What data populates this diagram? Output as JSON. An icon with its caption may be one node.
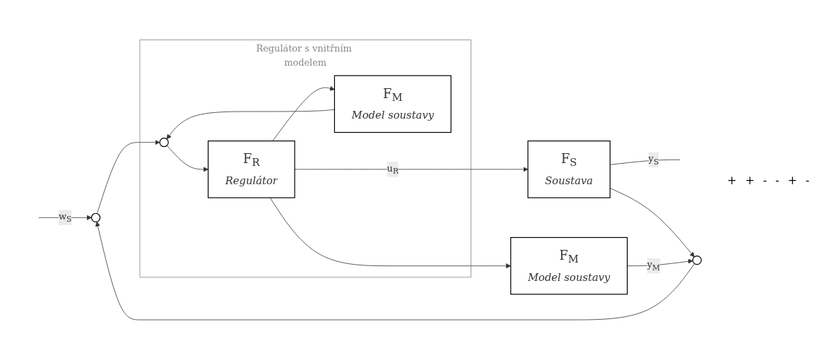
{
  "diagram": {
    "nodes": [
      {
        "text": [
          "Regulátor s vnitřním modelem"
        ]
      },
      {
        "text": [],
        "shape": "circle"
      },
      {
        "text": [],
        "shape": "circle",
        "in": 0
      },
      {
        "text": [
          "F$_{R}$",
          "Regulátor"
        ],
        "in": 0
      },
      {
        "text": [
          "F$_{M}$",
          "Model soustavy"
        ],
        "in": 0
      },
      {
        "text": [
          "F$_{S}$",
          "Soustava"
        ]
      },
      {
        "text": [
          "F$_{M}$",
          "Model soustavy"
        ]
      },
      {
        "text": [],
        "shape": "circle"
      }
    ],
    "edges": [
      {
        "from": null,
        "to": 1,
        "arrow": "to",
        "label": "w$_{S}$"
      },
      {
        "from": 1,
        "to": 2,
        "arrow": "to"
      },
      {
        "from": 2,
        "to": 3,
        "arrow": "to"
      },
      {
        "from": 3,
        "to": 5,
        "arrow": "to",
        "label": "u$_{R}$"
      },
      {
        "from": 3,
        "to": 4,
        "arrow": "to"
      },
      {
        "from": 3,
        "to": 6,
        "arrow": "to"
      },
      {
        "from": 4,
        "to": 2,
        "arrow": "to"
      },
      {
        "from": 5,
        "to": null,
        "arrow": "none",
        "label": "y$_{S}$"
      },
      {
        "from": 5,
        "to": 7,
        "arrow": "to"
      },
      {
        "from": 6,
        "to": 7,
        "arrow": "to",
        "label": "y$_{M}$"
      },
      {
        "from": 7,
        "to": 1,
        "arrow": "to"
      }
    ],
    "labels": [
      "+",
      "+",
      "-",
      "-",
      "+",
      "-"
    ]
  }
}
